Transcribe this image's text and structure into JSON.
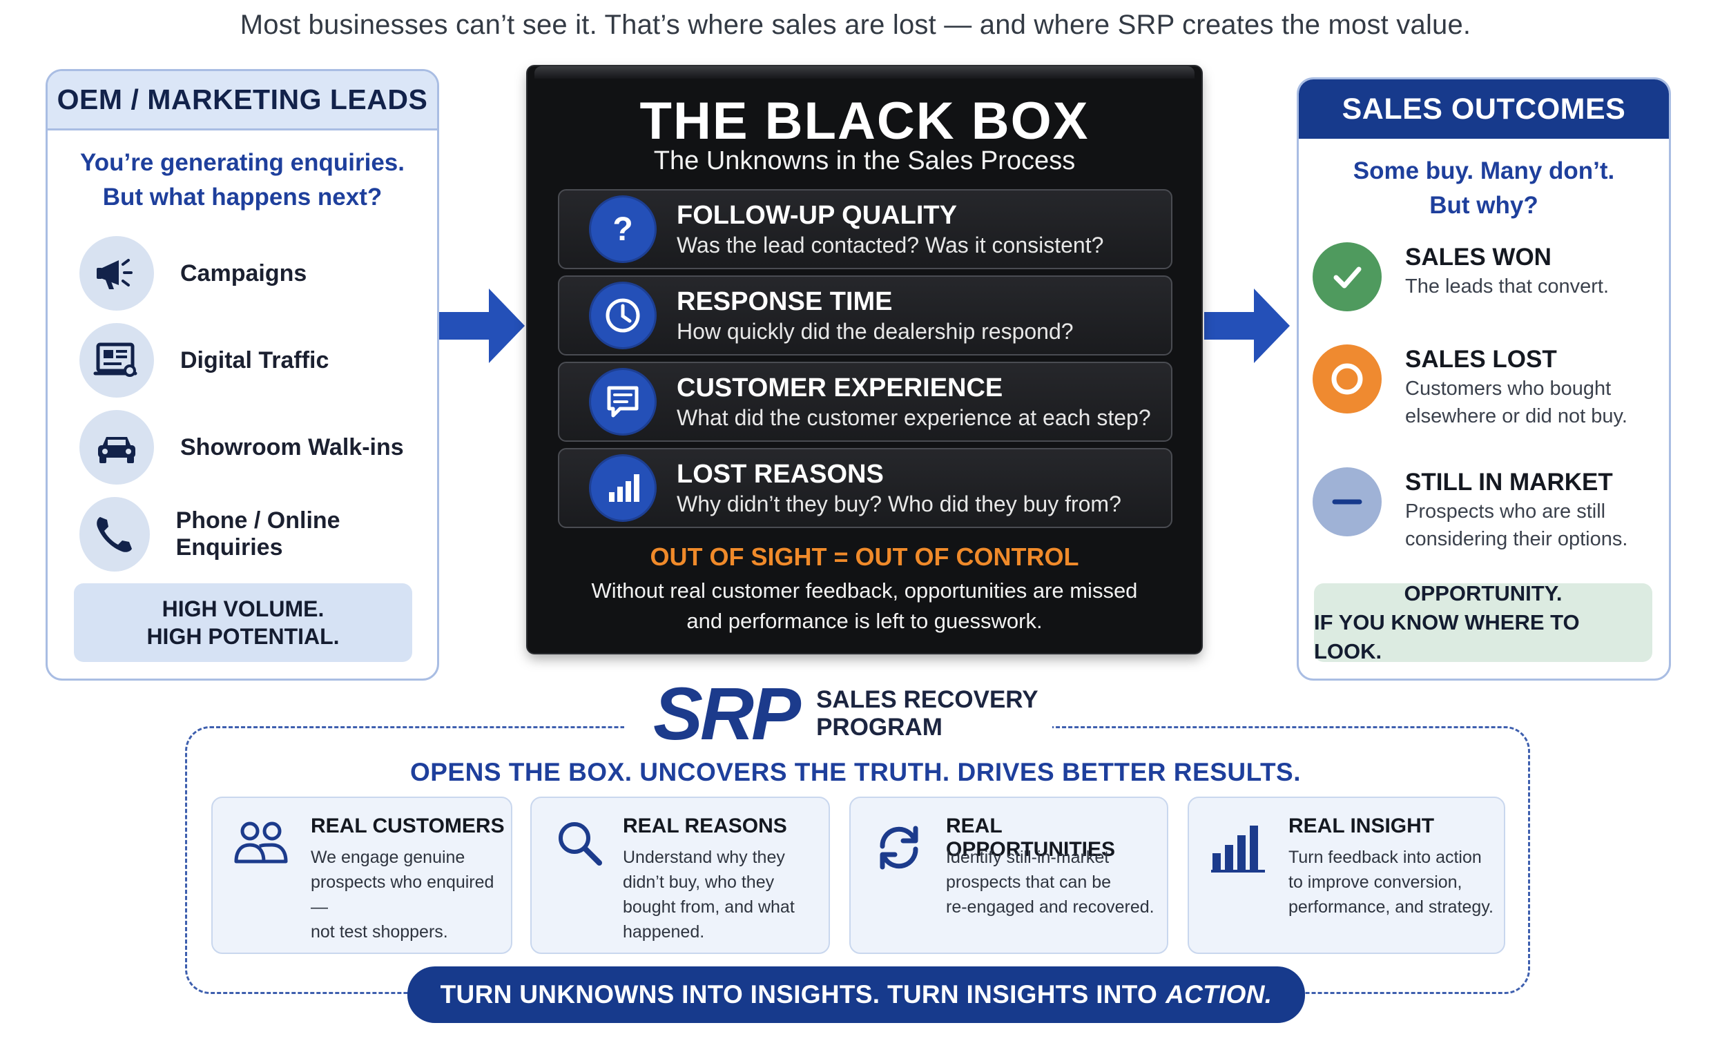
{
  "headline": "Most businesses can’t see it. That’s where sales are lost — and where SRP creates the most value.",
  "left": {
    "title": "OEM / MARKETING LEADS",
    "question_line1": "You’re generating enquiries.",
    "question_line2": "But what happens next?",
    "items": [
      {
        "label": "Campaigns",
        "icon": "megaphone-icon"
      },
      {
        "label": "Digital Traffic",
        "icon": "computer-icon"
      },
      {
        "label": "Showroom Walk-ins",
        "icon": "car-icon"
      },
      {
        "label": "Phone / Online Enquiries",
        "icon": "phone-icon"
      }
    ],
    "footer_line1": "HIGH VOLUME.",
    "footer_line2": "HIGH POTENTIAL."
  },
  "blackbox": {
    "title": "THE BLACK BOX",
    "subtitle": "The Unknowns in the Sales Process",
    "items": [
      {
        "title": "FOLLOW-UP QUALITY",
        "desc": "Was the lead contacted? Was it consistent?",
        "icon": "question-icon"
      },
      {
        "title": "RESPONSE TIME",
        "desc": "How quickly did the dealership respond?",
        "icon": "clock-icon"
      },
      {
        "title": "CUSTOMER EXPERIENCE",
        "desc": "What did the customer experience at each step?",
        "icon": "chat-icon"
      },
      {
        "title": "LOST REASONS",
        "desc": "Why didn’t they buy? Who did they buy from?",
        "icon": "bar-chart-icon"
      }
    ],
    "warning": "OUT OF SIGHT = OUT OF CONTROL",
    "footer_line1": "Without real customer feedback, opportunities are missed",
    "footer_line2": "and performance is left to guesswork."
  },
  "right": {
    "title": "SALES OUTCOMES",
    "question_line1": "Some buy. Many don’t.",
    "question_line2": "But why?",
    "outcomes": [
      {
        "title": "SALES WON",
        "desc_line1": "The leads that convert.",
        "desc_line2": "",
        "color": "#4f9a5e",
        "icon": "check-icon"
      },
      {
        "title": "SALES LOST",
        "desc_line1": "Customers who bought",
        "desc_line2": "elsewhere or did not buy.",
        "color": "#ef8a30",
        "icon": "circle-icon"
      },
      {
        "title": "STILL IN MARKET",
        "desc_line1": "Prospects who are still",
        "desc_line2": "considering their options.",
        "color": "#9fb2d6",
        "icon": "minus-icon"
      }
    ],
    "footer_line1": "OPPORTUNITY.",
    "footer_line2": "IF YOU KNOW WHERE TO LOOK."
  },
  "srp": {
    "logo": "SRP",
    "name_line1": "SALES RECOVERY",
    "name_line2": "PROGRAM",
    "tagline": "OPENS THE BOX. UNCOVERS THE TRUTH. DRIVES BETTER RESULTS.",
    "cards": [
      {
        "title": "REAL CUSTOMERS",
        "lines": [
          "We engage genuine",
          "prospects who enquired —",
          "not test shoppers."
        ],
        "icon": "people-icon"
      },
      {
        "title": "REAL REASONS",
        "lines": [
          "Understand why they",
          "didn’t buy, who they",
          "bought from, and what",
          "happened."
        ],
        "icon": "magnifier-icon"
      },
      {
        "title": "REAL OPPORTUNITIES",
        "lines": [
          "Identify still-in-market",
          "prospects that can be",
          "re-engaged and recovered."
        ],
        "icon": "refresh-icon"
      },
      {
        "title": "REAL INSIGHT",
        "lines": [
          "Turn feedback into action",
          "to improve conversion,",
          "performance, and strategy."
        ],
        "icon": "bar-chart-icon"
      }
    ],
    "banner_main": "TURN UNKNOWNS INTO INSIGHTS.  TURN INSIGHTS INTO",
    "banner_emphasis": "ACTION."
  },
  "colors": {
    "brand_blue": "#173a8c",
    "accent_blue": "#2450b8",
    "orange": "#f08a2a",
    "green": "#4f9a5e"
  }
}
